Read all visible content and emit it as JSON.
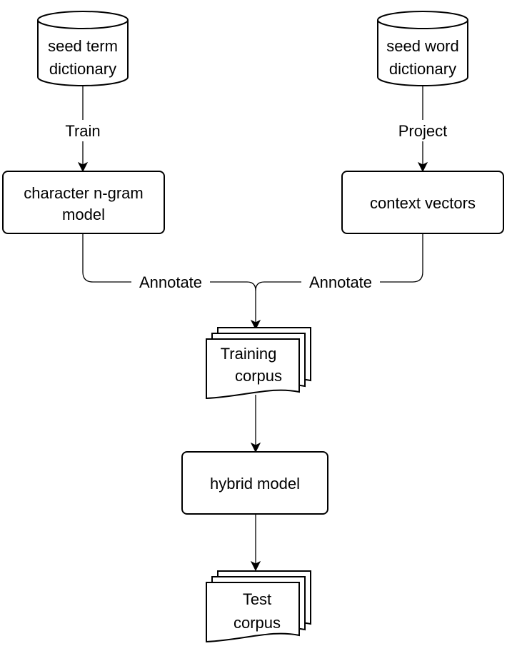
{
  "nodes": {
    "seed_term": {
      "line1": "seed term",
      "line2": "dictionary"
    },
    "seed_word": {
      "line1": "seed word",
      "line2": "dictionary"
    },
    "char_model": {
      "line1": "character n-gram",
      "line2": "model"
    },
    "context": {
      "label": "context vectors"
    },
    "training": {
      "line1": "Training",
      "line2": "corpus"
    },
    "hybrid": {
      "label": "hybrid model"
    },
    "test": {
      "line1": "Test",
      "line2": "corpus"
    }
  },
  "edges": {
    "train": "Train",
    "project": "Project",
    "annotate_left": "Annotate",
    "annotate_right": "Annotate"
  }
}
